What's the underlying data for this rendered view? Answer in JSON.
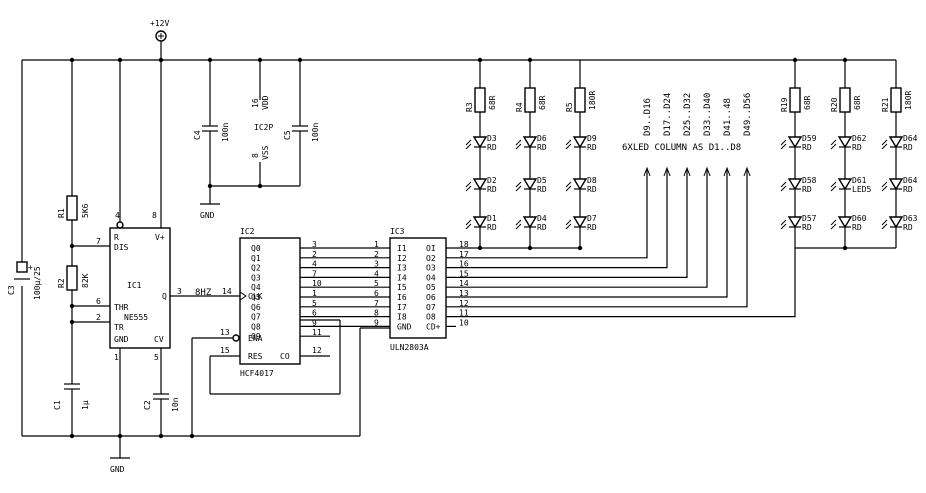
{
  "power": {
    "vcc": "+12V",
    "gnd": "GND",
    "gnd2": "GND"
  },
  "ic1": {
    "ref": "IC1",
    "part": "NE555",
    "pins": {
      "r": "R",
      "vp": "V+",
      "dis": "DIS",
      "thr": "THR",
      "tr": "TR",
      "gnd": "GND",
      "cv": "CV",
      "q": "Q"
    },
    "pinnums": {
      "p4": "4",
      "p8": "8",
      "p7": "7",
      "p6": "6",
      "p2": "2",
      "p3": "3",
      "p1": "1",
      "p5": "5"
    }
  },
  "ic2": {
    "ref": "IC2",
    "part": "HCF4017",
    "clk": "CLK",
    "ena": "ENA",
    "res": "RES",
    "co": "CO",
    "clknum": "14",
    "enanum": "13",
    "resnum": "15",
    "conum": "12",
    "outputs": [
      {
        "label": "Q0",
        "num": "3"
      },
      {
        "label": "Q1",
        "num": "2"
      },
      {
        "label": "Q2",
        "num": "4"
      },
      {
        "label": "Q3",
        "num": "7"
      },
      {
        "label": "Q4",
        "num": "10"
      },
      {
        "label": "Q5",
        "num": "1"
      },
      {
        "label": "Q6",
        "num": "5"
      },
      {
        "label": "Q7",
        "num": "6"
      },
      {
        "label": "Q8",
        "num": "9"
      },
      {
        "label": "Q9",
        "num": "11"
      }
    ]
  },
  "ic2p": {
    "ref": "IC2P",
    "vdd": "VDD",
    "vss": "VSS",
    "pin16": "16",
    "pin8": "8"
  },
  "ic3": {
    "ref": "IC3",
    "part": "ULN2803A",
    "inputs": [
      {
        "label": "I1",
        "num": "1"
      },
      {
        "label": "I2",
        "num": "2"
      },
      {
        "label": "I3",
        "num": "3"
      },
      {
        "label": "I4",
        "num": "4"
      },
      {
        "label": "I5",
        "num": "5"
      },
      {
        "label": "I6",
        "num": "6"
      },
      {
        "label": "I7",
        "num": "7"
      },
      {
        "label": "I8",
        "num": "8"
      },
      {
        "label": "GND",
        "num": "9"
      }
    ],
    "outputs": [
      {
        "label": "OI",
        "num": "18"
      },
      {
        "label": "O2",
        "num": "17"
      },
      {
        "label": "O3",
        "num": "16"
      },
      {
        "label": "O4",
        "num": "15"
      },
      {
        "label": "O5",
        "num": "14"
      },
      {
        "label": "O6",
        "num": "13"
      },
      {
        "label": "O7",
        "num": "12"
      },
      {
        "label": "O8",
        "num": "11"
      },
      {
        "label": "CD+",
        "num": "10"
      }
    ]
  },
  "clock_label": "8HZ",
  "caps": {
    "c1": {
      "ref": "C1",
      "val": "1µ"
    },
    "c2": {
      "ref": "C2",
      "val": "10n"
    },
    "c3": {
      "ref": "C3",
      "val": "100µ/25"
    },
    "c4": {
      "ref": "C4",
      "val": "100n"
    },
    "c5": {
      "ref": "C5",
      "val": "100n"
    }
  },
  "resistors": {
    "r1": {
      "ref": "R1",
      "val": "5K6"
    },
    "r2": {
      "ref": "R2",
      "val": "82K"
    },
    "r3": {
      "ref": "R3",
      "val": "68R"
    },
    "r4": {
      "ref": "R4",
      "val": "68R"
    },
    "r5": {
      "ref": "R5",
      "val": "180R"
    },
    "r19": {
      "ref": "R19",
      "val": "68R"
    },
    "r20": {
      "ref": "R20",
      "val": "68R"
    },
    "r21": {
      "ref": "R21",
      "val": "180R"
    }
  },
  "led_color": "RD",
  "led_columns": [
    {
      "top": "D3",
      "mid": "D2",
      "bot": "D1",
      "midval": "RD"
    },
    {
      "top": "D6",
      "mid": "D5",
      "bot": "D4",
      "midval": "RD"
    },
    {
      "top": "D9",
      "mid": "D8",
      "bot": "D7",
      "midval": "RD"
    },
    {
      "top": "D59",
      "mid": "D58",
      "bot": "D57",
      "midval": "RD"
    },
    {
      "top": "D62",
      "mid": "D61",
      "bot": "D60",
      "midval": "LED5"
    },
    {
      "top": "D64",
      "mid": "D64",
      "bot": "D63",
      "midval": "RD"
    }
  ],
  "annotations": {
    "ranges": [
      "D9..D16",
      "D17..D24",
      "D25..D32",
      "D33..D40",
      "D41..48",
      "D49..D56"
    ],
    "caption": "6XLED COLUMN AS D1..D8"
  }
}
